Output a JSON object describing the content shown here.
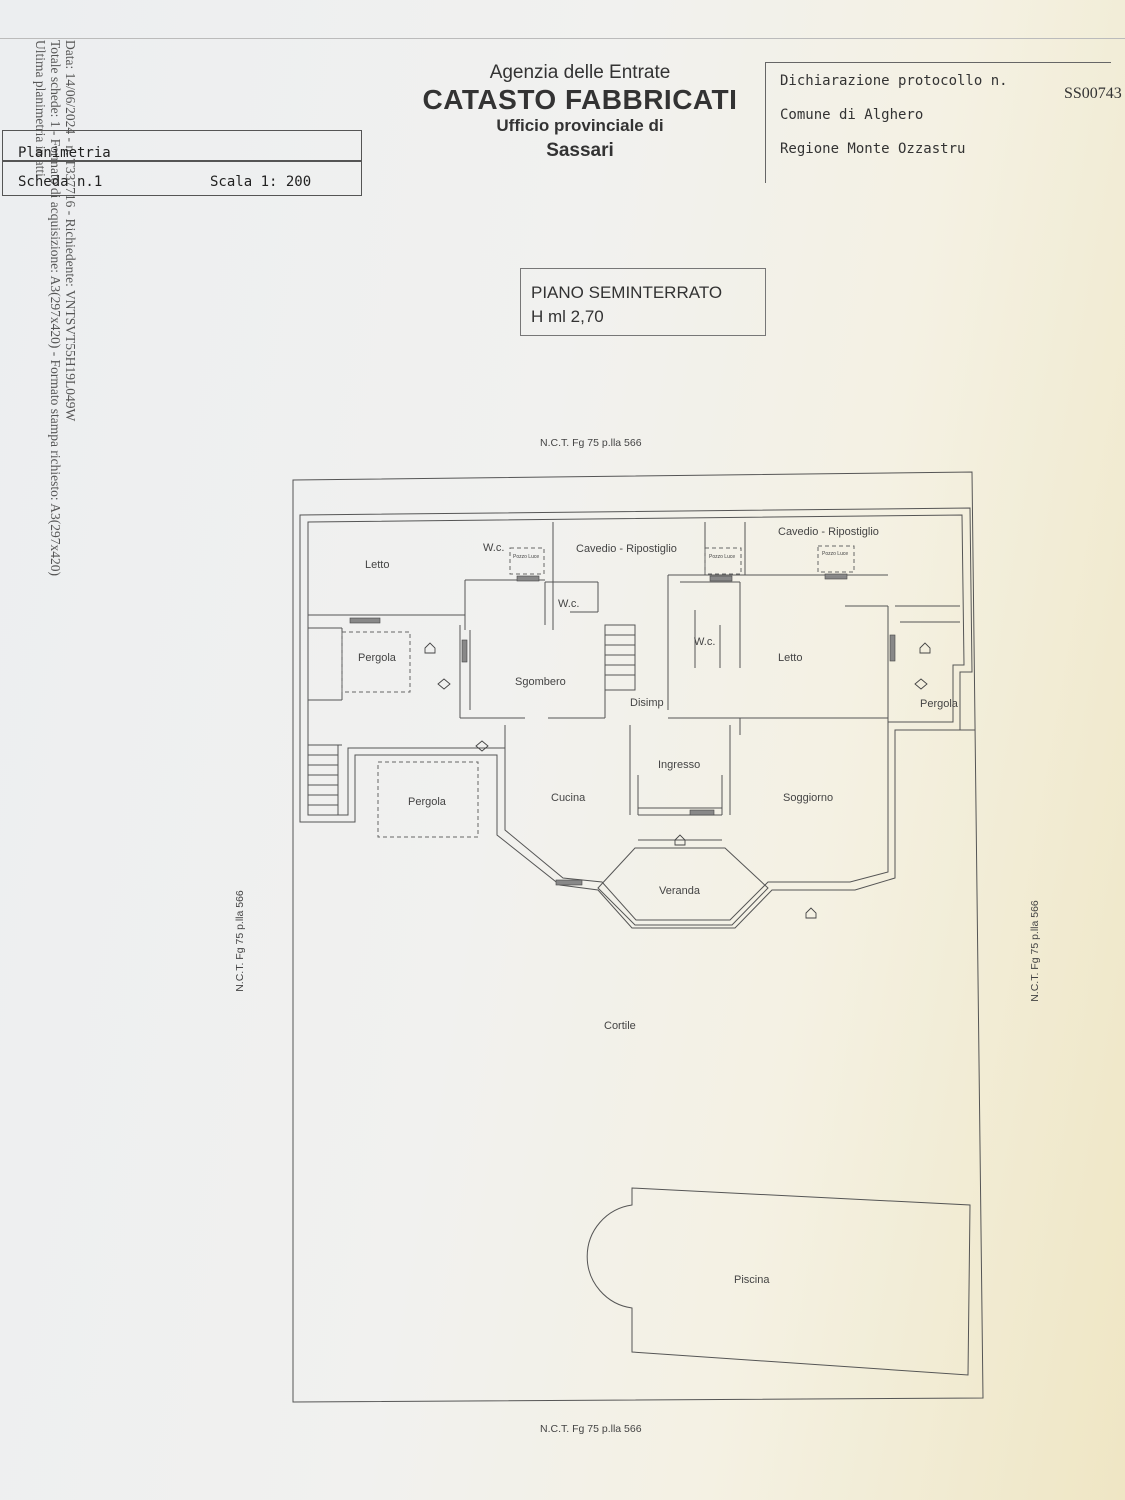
{
  "side_text": {
    "line1": "Data: 14/06/2024 - n. T337716 - Richiedente: VNTSVT55H19L049W",
    "line2": "Totale schede: 1 - Formato di acquisizione: A3(297x420) - Formato stampa richiesto: A3(297x420)",
    "line3": "Ultima planimetria in atti"
  },
  "header": {
    "planimetria": "Planimetria",
    "scheda": "Scheda n.1",
    "scala": "Scala 1: 200",
    "agency_line1": "Agenzia delle Entrate",
    "agency_line2": "CATASTO FABBRICATI",
    "agency_line3": "Ufficio provinciale di",
    "agency_line4": "Sassari",
    "decl_title": "Dichiarazione protocollo n.",
    "decl_protocol": "SS00743",
    "comune": "Comune di Alghero",
    "regione": "Regione Monte Ozzastru"
  },
  "floor": {
    "name": "PIANO SEMINTERRATO",
    "height": "H ml 2,70"
  },
  "plan": {
    "ncp_top": "N.C.T. Fg 75 p.lla 566",
    "ncp_bottom": "N.C.T. Fg 75 p.lla 566",
    "ncp_left": "N.C.T. Fg 75 p.lla 566",
    "ncp_right": "N.C.T. Fg 75 p.lla 566",
    "rooms": {
      "letto1": "Letto",
      "wc1": "W.c.",
      "cavedio1": "Cavedio - Ripostiglio",
      "cavedio2": "Cavedio - Ripostiglio",
      "wc2": "W.c.",
      "wc3": "W.c.",
      "letto2": "Letto",
      "pergola1": "Pergola",
      "sgombero": "Sgombero",
      "disimp": "Disimp",
      "pergola2": "Pergola",
      "ingresso": "Ingresso",
      "pergola3": "Pergola",
      "cucina": "Cucina",
      "soggiorno": "Soggiorno",
      "veranda": "Veranda",
      "cortile": "Cortile",
      "piscina": "Piscina"
    },
    "pozzo_luce": "Pozzo Luce"
  },
  "colors": {
    "ink": "#555555",
    "paper_warm": "#efe6c4"
  }
}
